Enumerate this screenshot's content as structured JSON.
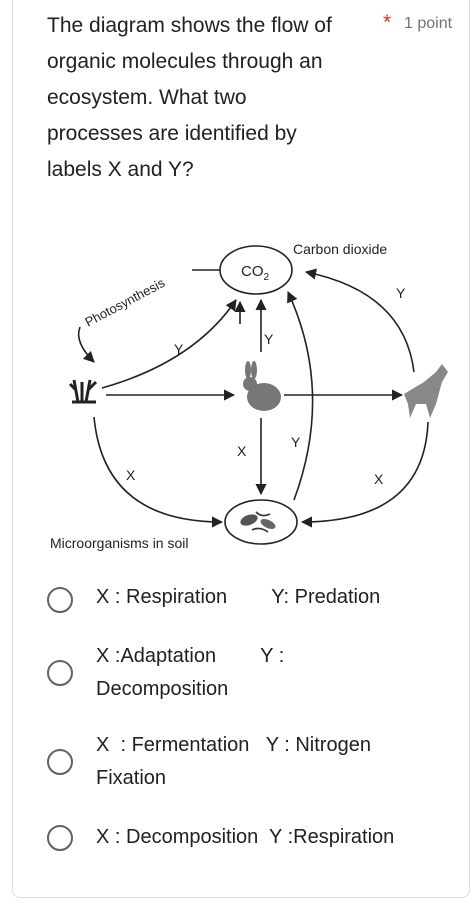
{
  "question": {
    "lines": [
      "The diagram shows the flow of",
      "organic molecules through an",
      "ecosystem.   What two",
      "processes are identified by",
      "labels X and Y?"
    ],
    "required_marker": "*",
    "points": "1 point"
  },
  "diagram": {
    "co2_label": "CO",
    "co2_subscript": "2",
    "carbon_dioxide_label": "Carbon dioxide",
    "photosynthesis_label": "Photosynthesis",
    "microorganisms_label": "Microorganisms in soil",
    "y_label": "Y",
    "x_label": "X"
  },
  "options": [
    {
      "lines": [
        "X : Respiration        Y: Predation"
      ]
    },
    {
      "lines": [
        "X :Adaptation        Y :",
        "Decomposition"
      ]
    },
    {
      "lines": [
        "X  : Fermentation   Y : Nitrogen",
        "Fixation"
      ]
    },
    {
      "lines": [
        "X : Decomposition  Y :Respiration"
      ]
    }
  ]
}
